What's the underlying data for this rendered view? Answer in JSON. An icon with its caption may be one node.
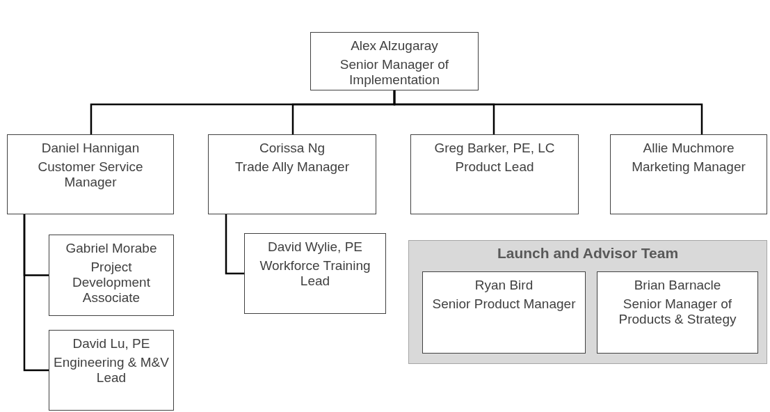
{
  "diagram": {
    "nodes": [
      {
        "text": [
          "Alex Alzugaray",
          "Senior Manager of Implementation"
        ]
      },
      {
        "text": [
          "Daniel Hannigan",
          "Customer Service Manager"
        ]
      },
      {
        "text": [
          "Corissa Ng",
          "Trade Ally Manager"
        ]
      },
      {
        "text": [
          "Greg Barker, PE, LC",
          "Product Lead"
        ]
      },
      {
        "text": [
          "Allie Muchmore",
          "Marketing Manager"
        ]
      },
      {
        "text": [
          "Gabriel Morabe",
          "Project Development Associate"
        ]
      },
      {
        "text": [
          "David Lu, PE",
          "Engineering & M&V Lead"
        ]
      },
      {
        "text": [
          "David Wylie, PE",
          "Workforce Training Lead"
        ]
      },
      {
        "text": [
          "Launch and Advisor Team"
        ]
      },
      {
        "text": [
          "Ryan Bird",
          "Senior Product Manager"
        ],
        "in": 8
      },
      {
        "text": [
          "Brian Barnacle",
          "Senior Manager of Products & Strategy"
        ],
        "in": 8
      }
    ],
    "edges": [
      {
        "from": 0,
        "to": 1,
        "arrow": "none"
      },
      {
        "from": 0,
        "to": 2,
        "arrow": "none"
      },
      {
        "from": 0,
        "to": 3,
        "arrow": "none"
      },
      {
        "from": 0,
        "to": 4,
        "arrow": "none"
      },
      {
        "from": 1,
        "to": 5,
        "arrow": "none"
      },
      {
        "from": 1,
        "to": 6,
        "arrow": "none"
      },
      {
        "from": 2,
        "to": 7,
        "arrow": "none"
      }
    ]
  }
}
